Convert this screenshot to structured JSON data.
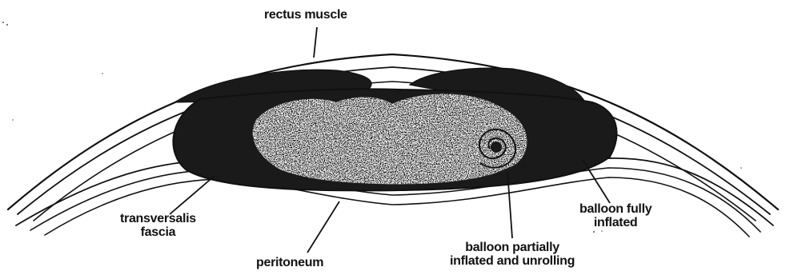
{
  "labels": {
    "rectus_muscle": "rectus muscle",
    "transversalis_line1": "transversalis",
    "transversalis_line2": "fascia",
    "peritoneum": "peritoneum",
    "balloon_partial_line1": "balloon partially",
    "balloon_partial_line2": "inflated and unrolling",
    "balloon_full_line1": "balloon fully",
    "balloon_full_line2": "inflated"
  },
  "colors": {
    "ink": "#111111",
    "muscle": "#1a1a1a",
    "balloon_partial": "#f2f2f2",
    "background": "#ffffff"
  }
}
